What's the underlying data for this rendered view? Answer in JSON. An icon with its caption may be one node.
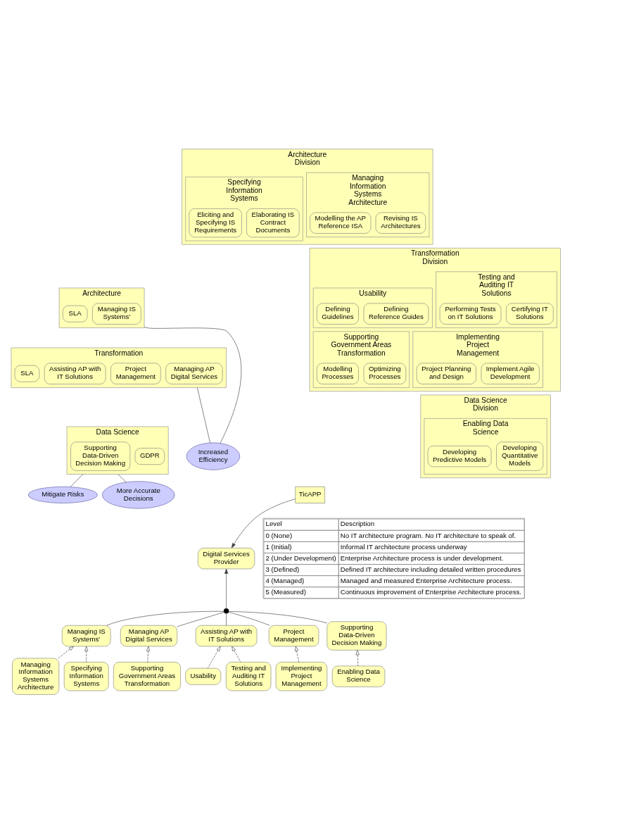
{
  "diagram": {
    "nodes": [
      {
        "text": [
          "Architecture"
        ]
      },
      {
        "text": [
          "Managing IS Systems'"
        ],
        "in": 0
      },
      {
        "text": [
          "SLA"
        ],
        "in": 0
      },
      {
        "text": [
          "Transformation"
        ]
      },
      {
        "text": [
          "Managing AP Digital Services"
        ],
        "in": 3
      },
      {
        "text": [
          "Assisting AP with IT Solutions"
        ],
        "in": 3
      },
      {
        "text": [
          "Project Management"
        ],
        "in": 3
      },
      {
        "text": [
          "SLA"
        ],
        "in": 3
      },
      {
        "text": [
          "Data Science"
        ]
      },
      {
        "text": [
          "Supporting Data-Driven Decision Making"
        ],
        "in": 8
      },
      {
        "text": [
          "GDPR"
        ],
        "in": 8
      },
      {
        "text": [
          "Increased Efficiency"
        ]
      },
      {
        "text": [
          "Mitigate Risks"
        ]
      },
      {
        "text": [
          "More Accurate Decisions"
        ]
      },
      {
        "text": [
          "Architecture Division"
        ]
      },
      {
        "text": [
          "Specifying Information Systems"
        ],
        "in": 14
      },
      {
        "text": [
          "Eliciting and Specifying IS Requirements"
        ],
        "in": 15
      },
      {
        "text": [
          "Elaborating IS Contract Documents"
        ],
        "in": 15
      },
      {
        "text": [
          "Managing Information Systems Architecture"
        ],
        "in": 14
      },
      {
        "text": [
          "Modelling the AP Reference ISA"
        ],
        "in": 18
      },
      {
        "text": [
          "Revising IS Architectures"
        ],
        "in": 18
      },
      {
        "text": [
          "Transformation Division"
        ]
      },
      {
        "text": [
          "Usability"
        ],
        "in": 21
      },
      {
        "text": [
          "Defining Guidelines"
        ],
        "in": 22
      },
      {
        "text": [
          "Defining Reference Guides"
        ],
        "in": 22
      },
      {
        "text": [
          "Testing and Auditing IT Solutions"
        ],
        "in": 21
      },
      {
        "text": [
          "Performing Tests on IT Solutions"
        ],
        "in": 25
      },
      {
        "text": [
          "Certifying IT Solutions"
        ],
        "in": 25
      },
      {
        "text": [
          "Supporting Government Areas Transformation"
        ],
        "in": 21
      },
      {
        "text": [
          "Modelling Processes"
        ],
        "in": 28
      },
      {
        "text": [
          "Optimizing Processes"
        ],
        "in": 28
      },
      {
        "text": [
          "Implementing Project Management"
        ],
        "in": 21
      },
      {
        "text": [
          "Project Planning and Design"
        ],
        "in": 31
      },
      {
        "text": [
          "Implement Agile Development"
        ],
        "in": 31
      },
      {
        "text": [
          "Data Science Division"
        ]
      },
      {
        "text": [
          "Enabling Data Science"
        ],
        "in": 34
      },
      {
        "text": [
          "Developing Predictive Models"
        ],
        "in": 35
      },
      {
        "text": [
          "Developing Quantitative Models"
        ],
        "in": 35
      },
      {
        "text": [
          "TicAPP"
        ]
      },
      {
        "text": [
          "Digital Services Provider"
        ]
      },
      {
        "text": [],
        "shape": "circle"
      },
      {
        "text": [
          "Managing IS Systems'"
        ]
      },
      {
        "text": [
          "Managing AP Digital Services"
        ]
      },
      {
        "text": [
          "Assisting AP with IT Solutions"
        ]
      },
      {
        "text": [
          "Project Management"
        ]
      },
      {
        "text": [
          "Supporting Data-Driven Decision Making"
        ]
      },
      {
        "text": [
          "Managing Information Systems Architecture"
        ]
      },
      {
        "text": [
          "Specifying Information Systems"
        ]
      },
      {
        "text": [
          "Supporting Government Areas Transformation"
        ]
      },
      {
        "text": [
          "Usability"
        ]
      },
      {
        "text": [
          "Testing and Auditing IT Solutions"
        ]
      },
      {
        "text": [
          "Implementing Project Management"
        ]
      },
      {
        "text": [
          "Enabling Data Science"
        ]
      }
    ],
    "edges": [
      {
        "from": 0,
        "to": 11,
        "arrow": "none"
      },
      {
        "from": 3,
        "to": 11,
        "arrow": "none"
      },
      {
        "from": 8,
        "to": 12,
        "arrow": "none"
      },
      {
        "from": 8,
        "to": 13,
        "arrow": "none"
      },
      {
        "from": 38,
        "to": 39,
        "arrow": "to"
      },
      {
        "from": 40,
        "to": 39,
        "arrow": "to"
      },
      {
        "from": 41,
        "to": 40,
        "arrow": "none"
      },
      {
        "from": 42,
        "to": 40,
        "arrow": "none"
      },
      {
        "from": 43,
        "to": 40,
        "arrow": "none"
      },
      {
        "from": 44,
        "to": 40,
        "arrow": "none"
      },
      {
        "from": 45,
        "to": 40,
        "arrow": "none"
      },
      {
        "from": 46,
        "to": 41,
        "arrow": "to",
        "style": "dashed"
      },
      {
        "from": 47,
        "to": 41,
        "arrow": "to",
        "style": "dashed"
      },
      {
        "from": 48,
        "to": 42,
        "arrow": "to",
        "style": "dashed"
      },
      {
        "from": 49,
        "to": 43,
        "arrow": "to",
        "style": "dashed"
      },
      {
        "from": 50,
        "to": 43,
        "arrow": "to",
        "style": "dashed"
      },
      {
        "from": 51,
        "to": 44,
        "arrow": "to",
        "style": "dashed"
      },
      {
        "from": 52,
        "to": 45,
        "arrow": "to",
        "style": "dashed"
      }
    ],
    "labels": [
      "Level",
      "Description",
      "0 (None)",
      "No IT architecture program. No IT architecture to speak of.",
      "1 (Initial)",
      "Informal IT architecture process underway",
      "2 (Under Development)",
      "Enterprise Architecture process is under development.",
      "3 (Defined)",
      "Defined IT architecture including detailed written procedures",
      "4 (Managed)",
      "Managed and measured Enterprise Architecture process.",
      "5 (Measured)",
      "Continuous improvement of Enterprise Architecture process."
    ]
  }
}
